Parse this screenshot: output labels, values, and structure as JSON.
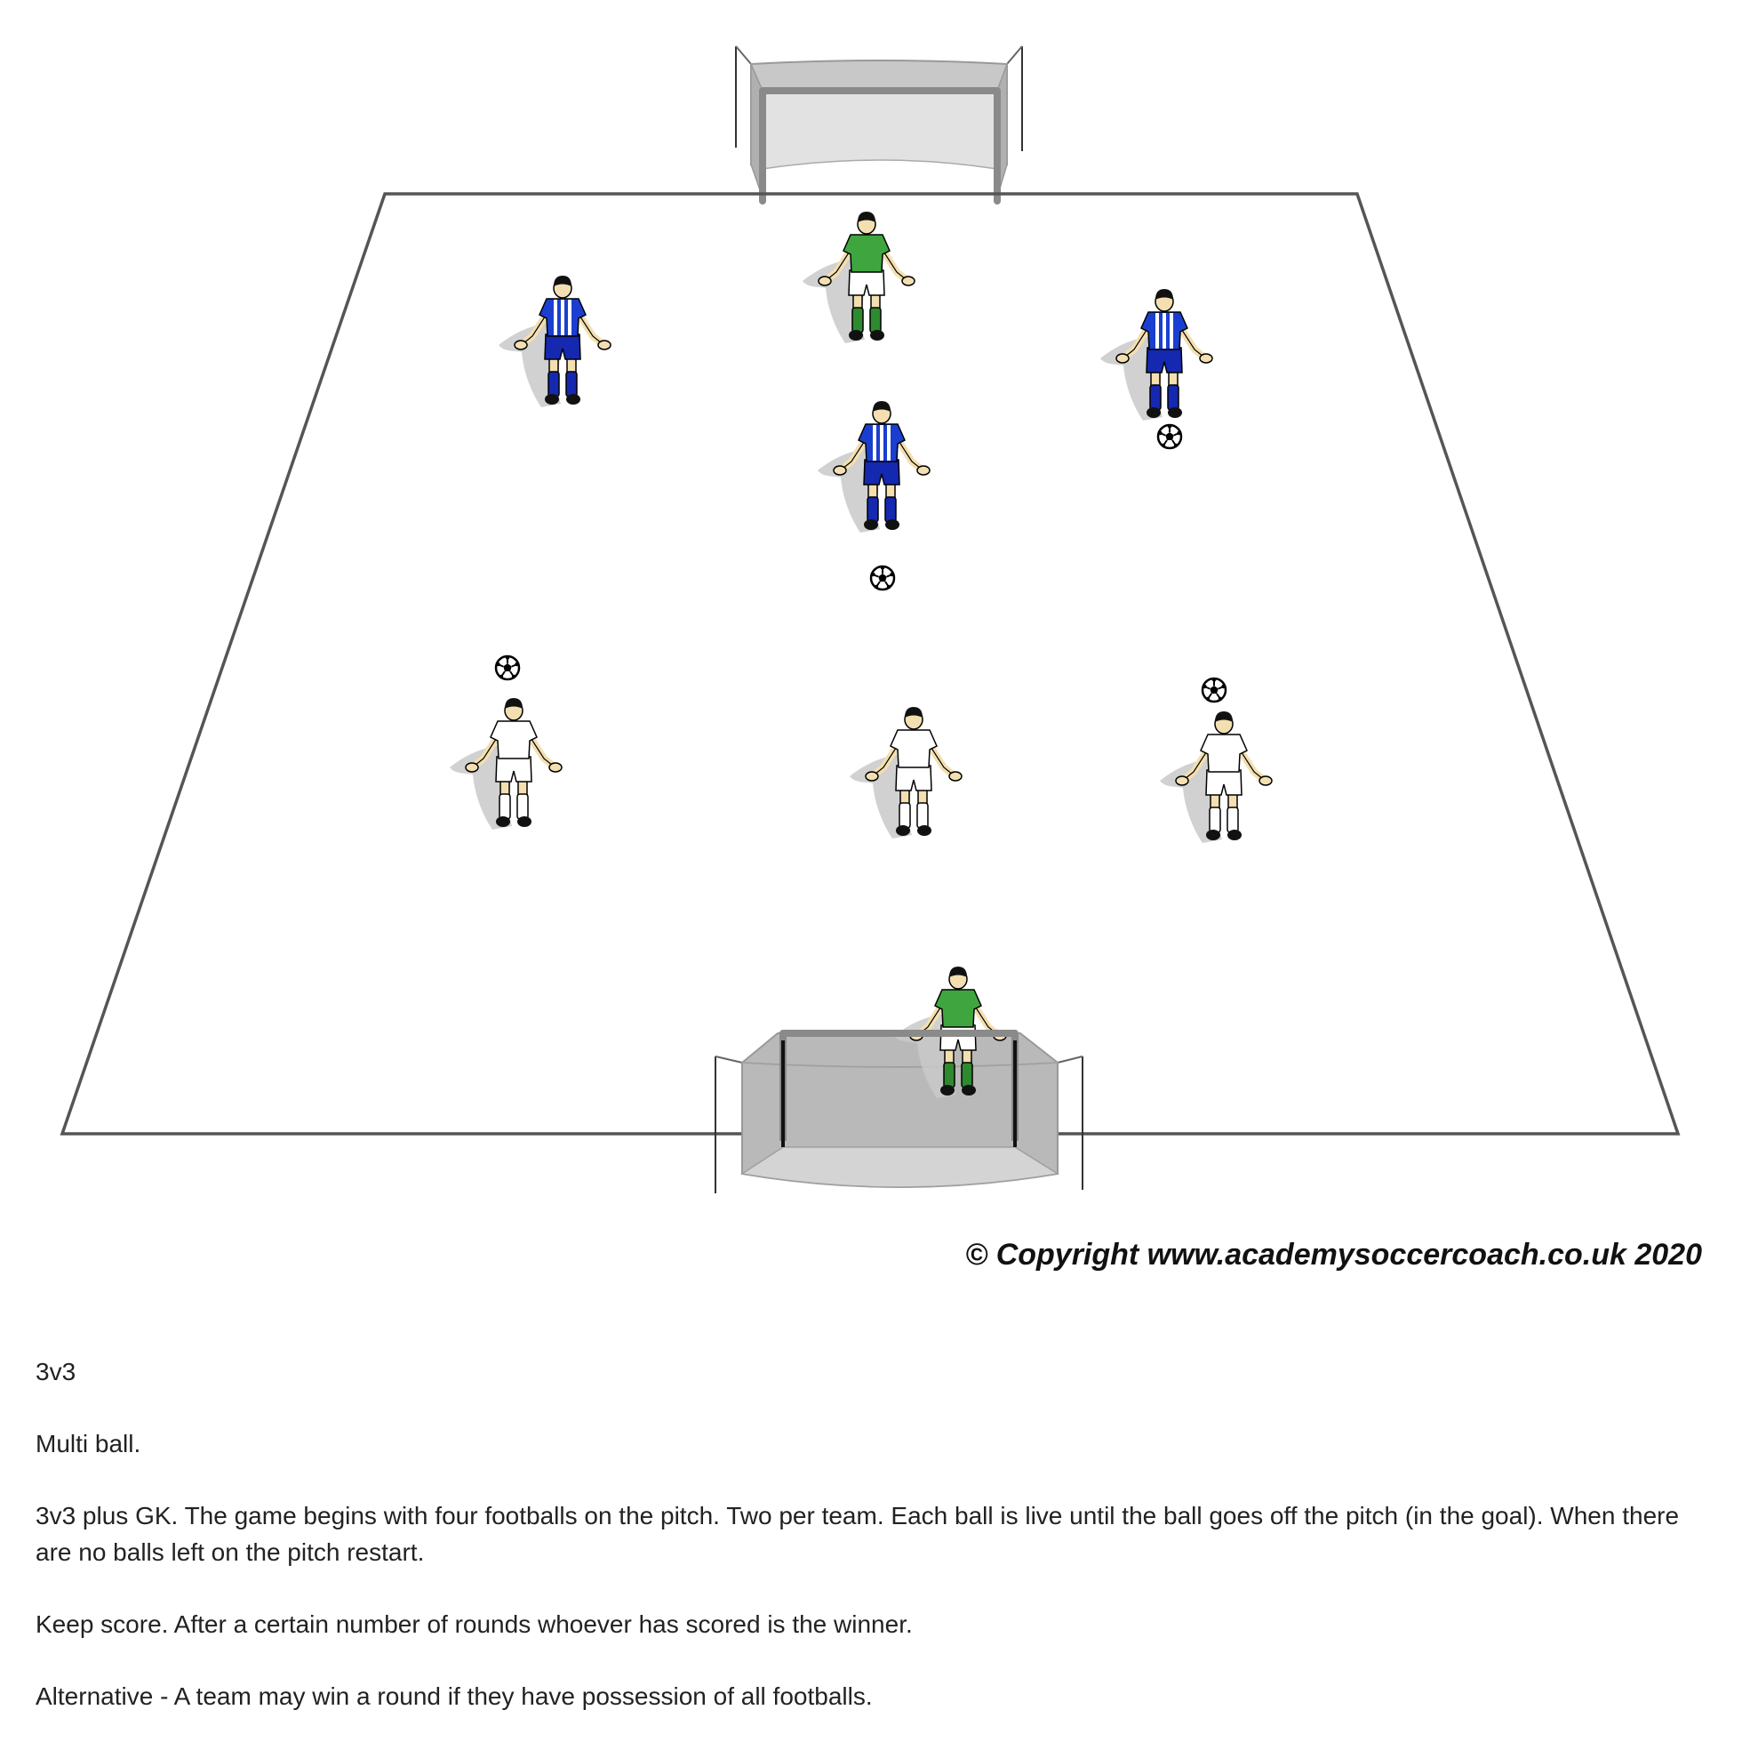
{
  "diagram": {
    "teams": {
      "blue": {
        "shirt": "#1a3fd0",
        "stripe": "#ffffff",
        "shorts": "#1428b0",
        "socks": "#1428b0"
      },
      "white": {
        "shirt": "#ffffff",
        "stripe": "#ffffff",
        "shorts": "#ffffff",
        "socks": "#ffffff"
      },
      "keeper": {
        "shirt": "#3fa63f",
        "stripe": "#3fa63f",
        "shorts": "#ffffff",
        "socks": "#2e8a2e"
      }
    },
    "players": [
      {
        "team": "keeper",
        "role": "goalkeeper-top"
      },
      {
        "team": "blue",
        "role": "outfield"
      },
      {
        "team": "blue",
        "role": "outfield"
      },
      {
        "team": "blue",
        "role": "outfield"
      },
      {
        "team": "white",
        "role": "outfield"
      },
      {
        "team": "white",
        "role": "outfield"
      },
      {
        "team": "white",
        "role": "outfield"
      },
      {
        "team": "keeper",
        "role": "goalkeeper-bottom"
      }
    ],
    "ball_count": 4,
    "copyright": "© Copyright www.academysoccercoach.co.uk 2020"
  },
  "notes": {
    "title": "3v3",
    "subtitle": "Multi ball.",
    "description": "3v3 plus GK. The game begins with four footballs on the pitch. Two per team. Each ball is live until the ball goes off the pitch (in the goal). When there are no balls left on the pitch restart.",
    "scoring": "Keep score. After a certain number of rounds whoever has scored is the winner.",
    "alternative": "Alternative - A team may win a round if they have possession of all footballs."
  }
}
